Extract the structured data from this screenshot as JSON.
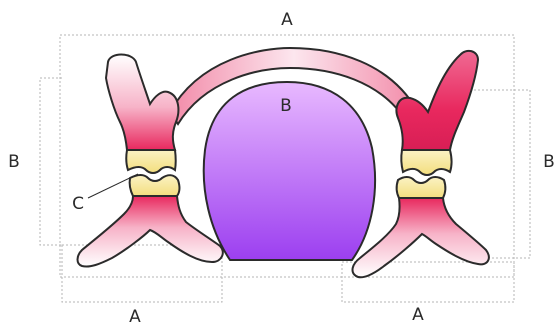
{
  "labels": {
    "top_a": "A",
    "left_b": "B",
    "right_b": "B",
    "center_b": "B",
    "bottom_left_a": "A",
    "bottom_right_a": "A",
    "c": "C"
  },
  "colors": {
    "bone_pink": "#e8285e",
    "bone_light": "#ffffff",
    "cartilage_yellow": "#f6e79a",
    "center_purple": "#9c3ff0",
    "center_light": "#e8b9ff",
    "outline": "#2b2b2b",
    "dotted": "#b5b5b5"
  }
}
